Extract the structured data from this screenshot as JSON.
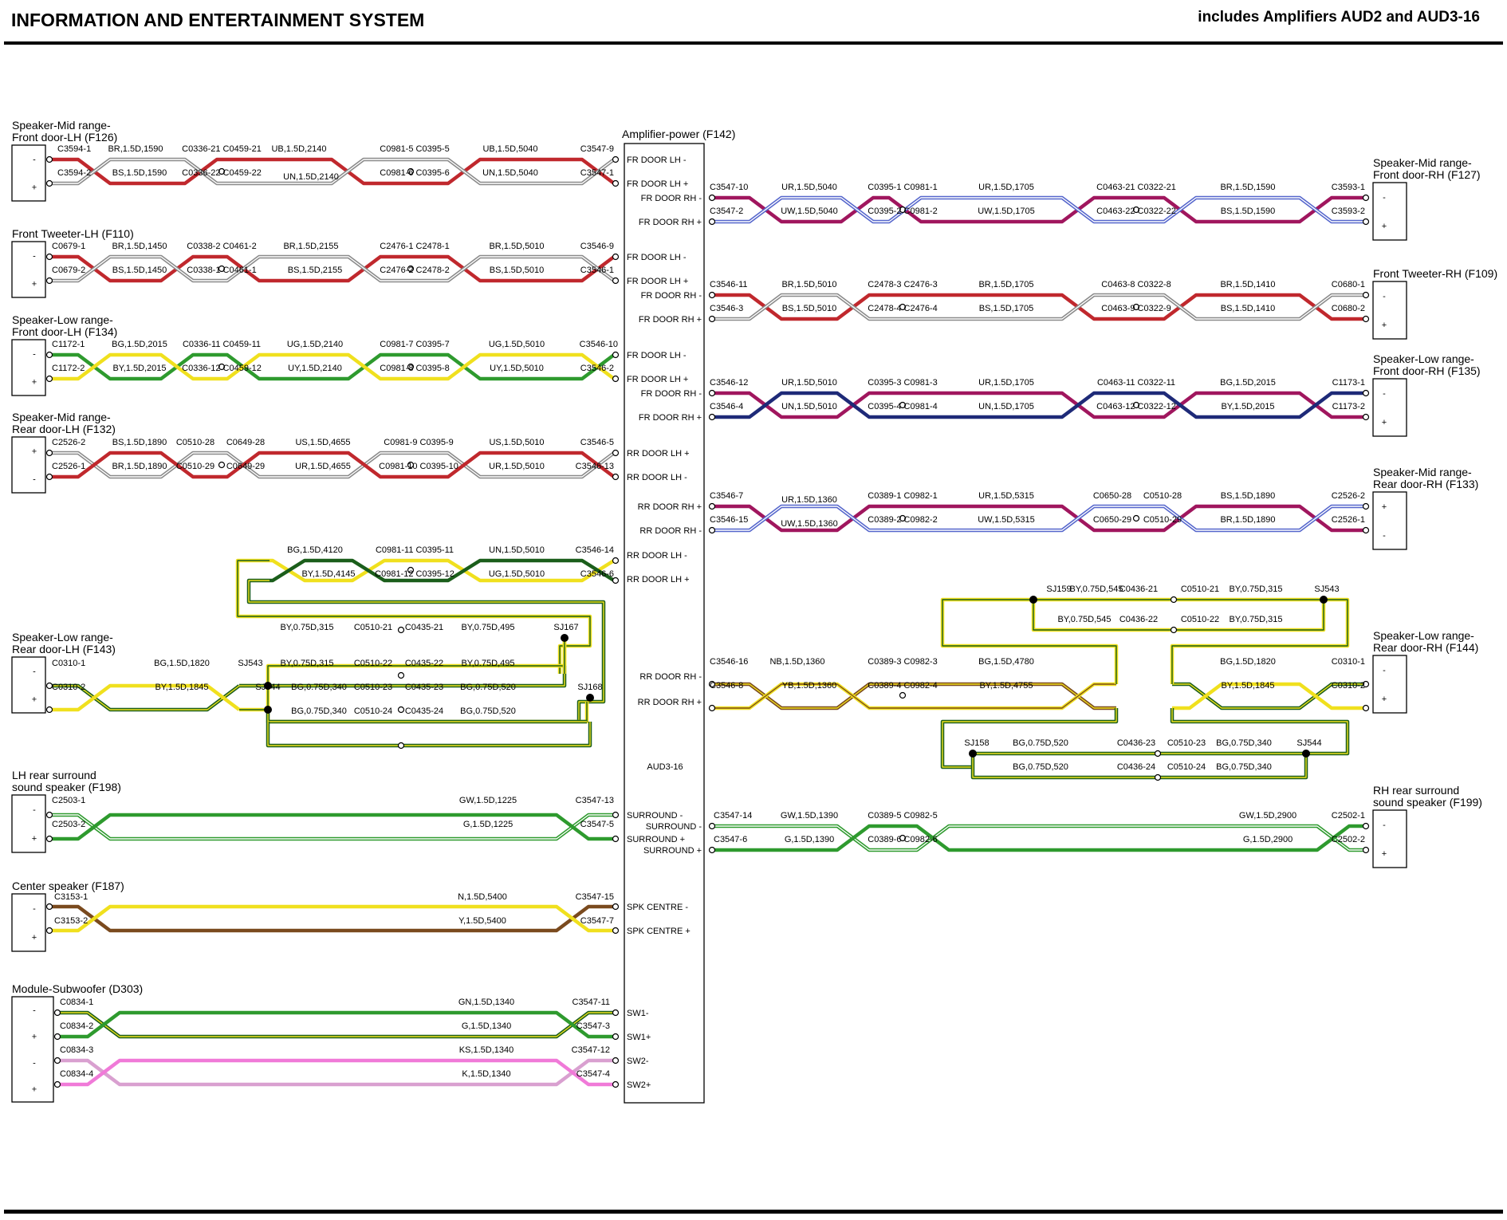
{
  "header": {
    "title": "INFORMATION AND ENTERTAINMENT SYSTEM",
    "subtitle": "includes Amplifiers AUD2 and AUD3-16"
  },
  "amplifier": {
    "title": "Amplifier-power (F142)",
    "center_label": "AUD3-16",
    "pins_left": [
      "FR DOOR LH -",
      "FR DOOR LH +",
      "FR DOOR LH -",
      "FR DOOR LH +",
      "FR DOOR LH -",
      "FR DOOR LH +",
      "RR DOOR LH +",
      "RR DOOR LH -",
      "RR DOOR LH -",
      "RR DOOR LH +",
      "SURROUND -",
      "SURROUND +",
      "SPK CENTRE -",
      "SPK CENTRE +",
      "SW1-",
      "SW1+",
      "SW2-",
      "SW2+"
    ],
    "pins_right": [
      "FR DOOR RH -",
      "FR DOOR RH +",
      "FR DOOR RH -",
      "FR DOOR RH +",
      "FR DOOR RH -",
      "FR DOOR RH +",
      "RR DOOR RH +",
      "RR DOOR RH -",
      "RR DOOR RH -",
      "RR DOOR RH +",
      "SURROUND -",
      "SURROUND +"
    ]
  },
  "colors": {
    "red": "#c0282d",
    "grey": "#8a8a8a",
    "navy": "#1e2a78",
    "magenta": "#a0165e",
    "blue": "#5566cc",
    "yellow": "#f0e01e",
    "green": "#2e9a2e",
    "teal": "#1f7a7a",
    "dkgreen": "#1b5e1b",
    "brown": "#7a4a1e",
    "pink": "#f07ad8",
    "lpink": "#d9a0d0",
    "lgreen": "#7ec07e"
  },
  "components": [
    {
      "name": "Speaker-Mid range-",
      "name2": "Front door-LH (F126)",
      "pins": [
        "-",
        "+"
      ]
    },
    {
      "name": "Front Tweeter-LH (F110)",
      "name2": "",
      "pins": [
        "-",
        "+"
      ]
    },
    {
      "name": "Speaker-Low range-",
      "name2": "Front door-LH (F134)",
      "pins": [
        "-",
        "+"
      ]
    },
    {
      "name": "Speaker-Mid range-",
      "name2": "Rear door-LH (F132)",
      "pins": [
        "+",
        "-"
      ]
    },
    {
      "name": "Speaker-Low range-",
      "name2": "Rear door-LH (F143)",
      "pins": [
        "-",
        "+"
      ]
    },
    {
      "name": "LH rear surround",
      "name2": "sound speaker (F198)",
      "pins": [
        "-",
        "+"
      ]
    },
    {
      "name": "Center speaker (F187)",
      "name2": "",
      "pins": [
        "-",
        "+"
      ]
    },
    {
      "name": "Module-Subwoofer (D303)",
      "name2": "",
      "pins": [
        "-",
        "+",
        "-",
        "+"
      ]
    },
    {
      "name": "Speaker-Mid range-",
      "name2": "Front door-RH (F127)",
      "pins": [
        "-",
        "+"
      ]
    },
    {
      "name": "Front Tweeter-RH (F109)",
      "name2": "",
      "pins": [
        "-",
        "+"
      ]
    },
    {
      "name": "Speaker-Low range-",
      "name2": "Front door-RH (F135)",
      "pins": [
        "-",
        "+"
      ]
    },
    {
      "name": "Speaker-Mid range-",
      "name2": "Rear door-RH (F133)",
      "pins": [
        "+",
        "-"
      ]
    },
    {
      "name": "Speaker-Low range-",
      "name2": "Rear door-RH (F144)",
      "pins": [
        "-",
        "+"
      ]
    },
    {
      "name": "RH rear surround",
      "name2": "sound speaker (F199)",
      "pins": [
        "-",
        "+"
      ]
    }
  ],
  "labels": [
    "C3594-1",
    "BR,1.5D,1590",
    "C0336-21 C0459-21",
    "UB,1.5D,2140",
    "C0981-5 C0395-5",
    "UB,1.5D,5040",
    "C3547-9",
    "C3594-2",
    "BS,1.5D,1590",
    "C0336-22 C0459-22",
    "UN,1.5D,2140",
    "C0981-6 C0395-6",
    "UN,1.5D,5040",
    "C3547-1",
    "C0679-1",
    "BR,1.5D,1450",
    "C0338-2 C0461-2",
    "BR,1.5D,2155",
    "C2476-1 C2478-1",
    "BR,1.5D,5010",
    "C3546-9",
    "C0679-2",
    "BS,1.5D,1450",
    "C0338-1 C0461-1",
    "BS,1.5D,2155",
    "C2476-2 C2478-2",
    "BS,1.5D,5010",
    "C3546-1",
    "C1172-1",
    "BG,1.5D,2015",
    "C0336-11 C0459-11",
    "UG,1.5D,2140",
    "C0981-7 C0395-7",
    "UG,1.5D,5010",
    "C3546-10",
    "C1172-2",
    "BY,1.5D,2015",
    "C0336-12 C0459-12",
    "UY,1.5D,2140",
    "C0981-8 C0395-8",
    "UY,1.5D,5010",
    "C3546-2",
    "C2526-2",
    "BS,1.5D,1890",
    "C0510-28",
    "C0649-28",
    "US,1.5D,4655",
    "C0981-9 C0395-9",
    "US,1.5D,5010",
    "C3546-5",
    "C2526-1",
    "BR,1.5D,1890",
    "C0510-29",
    "C0649-29",
    "UR,1.5D,4655",
    "C0981-10 C0395-10",
    "UR,1.5D,5010",
    "C3546-13",
    "BG,1.5D,4120",
    "C0981-11 C0395-11",
    "UN,1.5D,5010",
    "C3546-14",
    "BY,1.5D,4145",
    "C0981-12 C0395-12",
    "UG,1.5D,5010",
    "C3546-6",
    "BY,0.75D,315",
    "C0510-21",
    "C0435-21",
    "BY,0.75D,495",
    "SJ167",
    "C0310-1",
    "BG,1.5D,1820",
    "SJ543",
    "BY,0.75D,315",
    "C0510-22",
    "C0435-22",
    "BY,0.75D,495",
    "C0310-2",
    "BY,1.5D,1845",
    "SJ544",
    "BG,0.75D,340",
    "C0510-23",
    "C0435-23",
    "BG,0.75D,520",
    "SJ168",
    "BG,0.75D,340",
    "C0510-24",
    "C0435-24",
    "BG,0.75D,520",
    "C2503-1",
    "GW,1.5D,1225",
    "C3547-13",
    "C2503-2",
    "G,1.5D,1225",
    "C3547-5",
    "C3153-1",
    "N,1.5D,5400",
    "C3547-15",
    "C3153-2",
    "Y,1.5D,5400",
    "C3547-7",
    "C0834-1",
    "GN,1.5D,1340",
    "C3547-11",
    "C0834-2",
    "G,1.5D,1340",
    "C3547-3",
    "C0834-3",
    "KS,1.5D,1340",
    "C3547-12",
    "C0834-4",
    "K,1.5D,1340",
    "C3547-4",
    "C3547-10",
    "UR,1.5D,5040",
    "C0395-1 C0981-1",
    "UR,1.5D,1705",
    "C0463-21 C0322-21",
    "BR,1.5D,1590",
    "C3593-1",
    "C3547-2",
    "UW,1.5D,5040",
    "C0395-2 C0981-2",
    "UW,1.5D,1705",
    "C0463-22 C0322-22",
    "BS,1.5D,1590",
    "C3593-2",
    "C3546-11",
    "BR,1.5D,5010",
    "C2478-3 C2476-3",
    "BR,1.5D,1705",
    "C0463-8 C0322-8",
    "BR,1.5D,1410",
    "C0680-1",
    "C3546-3",
    "BS,1.5D,5010",
    "C2478-4 C2476-4",
    "BS,1.5D,1705",
    "C0463-9 C0322-9",
    "BS,1.5D,1410",
    "C0680-2",
    "C3546-12",
    "UR,1.5D,5010",
    "C0395-3 C0981-3",
    "UR,1.5D,1705",
    "C0463-11 C0322-11",
    "BG,1.5D,2015",
    "C1173-1",
    "C3546-4",
    "UN,1.5D,5010",
    "C0395-4 C0981-4",
    "UN,1.5D,1705",
    "C0463-12 C0322-12",
    "BY,1.5D,2015",
    "C1173-2",
    "C3546-7",
    "UR,1.5D,1360",
    "C0389-1 C0982-1",
    "UR,1.5D,5315",
    "C0650-28",
    "C0510-28",
    "BS,1.5D,1890",
    "C2526-2",
    "C3546-15",
    "UW,1.5D,1360",
    "C0389-2 C0982-2",
    "UW,1.5D,5315",
    "C0650-29",
    "C0510-29",
    "BR,1.5D,1890",
    "C2526-1",
    "SJ159",
    "BY,0.75D,545",
    "C0436-21",
    "C0510-21",
    "BY,0.75D,315",
    "SJ543",
    "BY,0.75D,545",
    "C0436-22",
    "C0510-22",
    "BY,0.75D,315",
    "C3546-16",
    "NB,1.5D,1360",
    "C0389-3 C0982-3",
    "BG,1.5D,4780",
    "BG,1.5D,1820",
    "C0310-1",
    "C3546-8",
    "YB,1.5D,1360",
    "C0389-4 C0982-4",
    "BY,1.5D,4755",
    "BY,1.5D,1845",
    "C0310-2",
    "SJ158",
    "BG,0.75D,520",
    "C0436-23",
    "C0510-23",
    "BG,0.75D,340",
    "SJ544",
    "BG,0.75D,520",
    "C0436-24",
    "C0510-24",
    "BG,0.75D,340",
    "C3547-14",
    "GW,1.5D,1390",
    "C0389-5 C0982-5",
    "GW,1.5D,2900",
    "C2502-1",
    "C3547-6",
    "G,1.5D,1390",
    "C0389-6 C0982-6",
    "G,1.5D,2900",
    "C2502-2"
  ]
}
